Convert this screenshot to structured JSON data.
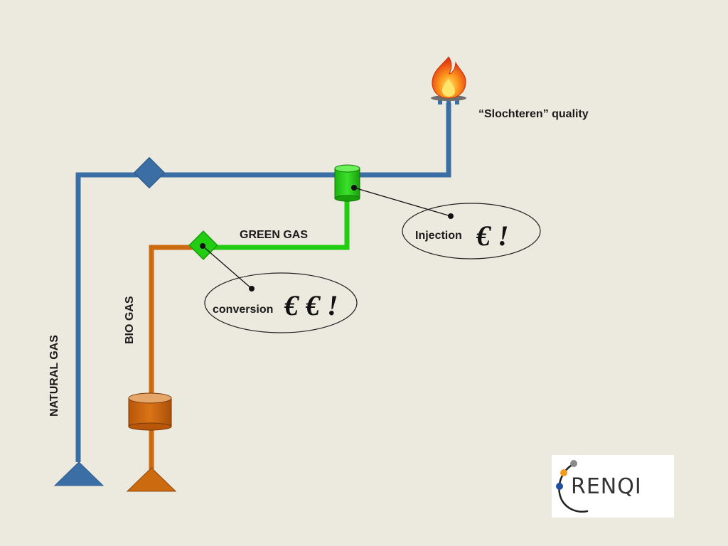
{
  "labels": {
    "quality": "“Slochteren”  quality",
    "green_gas": "GREEN GAS",
    "bio_gas": "BIO GAS",
    "natural_gas": "NATURAL GAS"
  },
  "callouts": {
    "injection": {
      "label": "Injection",
      "cost": "€ !"
    },
    "conversion": {
      "label": "conversion",
      "cost": "€ € !"
    }
  },
  "logo": {
    "text": "RENQI"
  },
  "colors": {
    "natural_gas": "#3A6EA5",
    "green_gas": "#22CC11",
    "bio_gas": "#CC6A10",
    "background": "#ECE9DF"
  },
  "icons": [
    "flame-icon",
    "valve-icon",
    "storage-tank-icon",
    "source-triangle-icon"
  ]
}
